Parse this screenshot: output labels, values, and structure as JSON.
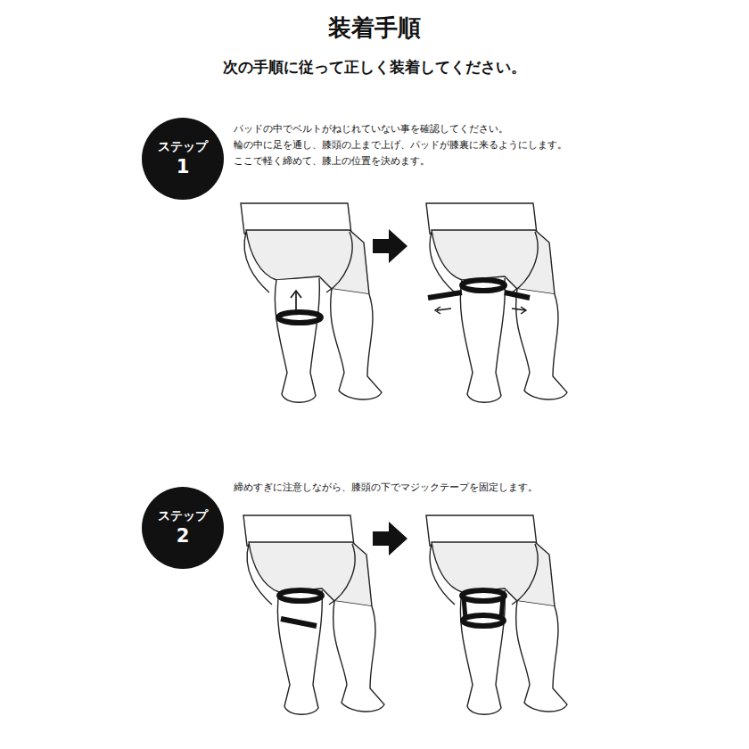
{
  "diagram": {
    "title": "装着手順",
    "nodes": [
      {
        "text": [
          "ステップ",
          "1"
        ]
      },
      {
        "text": [
          "ステップ",
          "2"
        ]
      }
    ],
    "labels": [
      "次の手順に従って正しく装着してください。",
      "パッドの中でベルトがねじれていない事を確認してください。",
      "輪の中に足を通し、膝頭の上まで上げ、パッドが膝裏に来るようにします。",
      "ここで軽く締めて、膝上の位置を決めます。",
      "締めすぎに注意しながら、膝頭の下でマジックテープを固定します。"
    ]
  }
}
